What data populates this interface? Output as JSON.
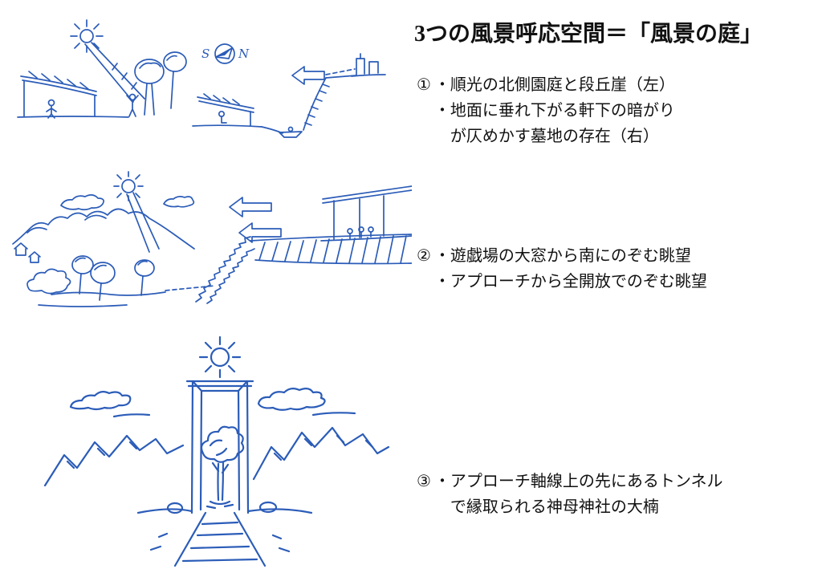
{
  "page": {
    "title": "3つの風景呼応空間＝「風景の庭」",
    "ink_color": "#2b5cb8",
    "text_color": "#111111",
    "background": "#ffffff"
  },
  "annotations": [
    {
      "number": "①",
      "lines": [
        "・順光の北側園庭と段丘崖（左）",
        "・地面に垂れ下がる軒下の暗がり",
        "　が仄めかす墓地の存在（右）"
      ]
    },
    {
      "number": "②",
      "lines": [
        "・遊戯場の大窓から南にのぞむ眺望",
        "・アプローチから全開放でのぞむ眺望"
      ]
    },
    {
      "number": "③",
      "lines": [
        "・アプローチ軸線上の先にあるトンネル",
        "　で縁取られる神母神社の大楠"
      ]
    }
  ],
  "sketches": [
    {
      "name": "north-garden-and-terrace-cliff-section",
      "compass": {
        "left_label": "S",
        "right_label": "N"
      }
    },
    {
      "name": "view-from-playroom-window-section"
    },
    {
      "name": "tunnel-framed-camphor-tree-perspective"
    }
  ]
}
